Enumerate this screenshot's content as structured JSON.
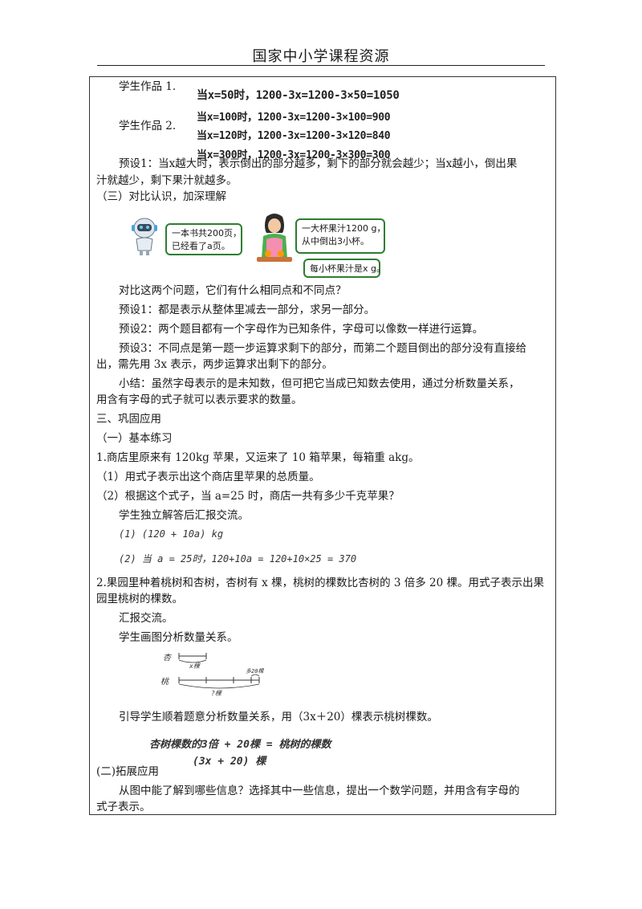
{
  "header": {
    "title": "国家中小学课程资源"
  },
  "work": {
    "label1": "学生作品 1.",
    "label2": "学生作品 2.",
    "hw1": "当x=50时，1200-3x=1200-3×50=1050",
    "hw2": "当x=100时，1200-3x=1200-3×100=900",
    "hw3": "当x=120时，1200-3x=1200-3×120=840",
    "hw4": "当x=300时，1200-3x=1200-3×300=300"
  },
  "preset1": {
    "line1": "预设1：当x越大时，表示倒出的部分越多，剩下的部分就会越少；当x越小，倒出果",
    "line2": "汁就越少，剩下果汁就越多。"
  },
  "section3": {
    "title": "（三）对比认识，加深理解",
    "bubble_left_1": "一本书共200页，",
    "bubble_left_2": "已经看了a页。",
    "bubble_right_1": "一大杯果汁1200 g，",
    "bubble_right_2": "从中倒出3小杯。",
    "bubble_right_3": "每小杯果汁是x g。",
    "question": "对比这两个问题，它们有什么相同点和不同点？",
    "p1": "预设1：都是表示从整体里减去一部分，求另一部分。",
    "p2": "预设2：两个题目都有一个字母作为已知条件，字母可以像数一样进行运算。",
    "p3_1": "预设3：不同点是第一题一步运算求剩下的部分，而第二个题目倒出的部分没有直接给",
    "p3_2": "出，需先用 3x 表示，两步运算求出剩下的部分。",
    "summary_1": "小结：虽然字母表示的是未知数，但可把它当成已知数去使用，通过分析数量关系，",
    "summary_2": "用含有字母的式子就可以表示要求的数量。"
  },
  "part3": {
    "title": "三、巩固应用",
    "basic": "（一）基本练习",
    "q1": "1.商店里原来有 120kg 苹果，又运来了 10 箱苹果，每箱重 akg。",
    "q1_1": "（1）用式子表示出这个商店里苹果的总质量。",
    "q1_2": "（2）根据这个式子，当 a=25 时，商店一共有多少千克苹果？",
    "q1_report": "学生独立解答后汇报交流。",
    "hw_a": "(1)  (120 + 10a) kg",
    "hw_b": "(2)  当 a = 25时，120+10a = 120+10×25 = 370",
    "q2_1": "2.果园里种着桃树和杏树，杏树有 x 棵，桃树的棵数比杏树的 3 倍多 20 棵。用式子表示出果",
    "q2_2": "园里桃树的棵数。",
    "q2_report": "汇报交流。",
    "q2_draw": "学生画图分析数量关系。",
    "diagram_apricot": "杏",
    "diagram_peach": "桃",
    "diagram_x": "x棵",
    "diagram_plus": "多20棵",
    "diagram_q": "?棵",
    "guide": "引导学生顺着题意分析数量关系，用（3x＋20）棵表示桃树棵数。",
    "hw_c": "杏树棵数的3倍 + 20棵 = 桃树的棵数",
    "hw_d": "(3x + 20) 棵",
    "ext": "(二)拓展应用",
    "ext_1": "从图中能了解到哪些信息？选择其中一些信息，提出一个数学问题，并用含有字母的",
    "ext_2": "式子表示。"
  }
}
